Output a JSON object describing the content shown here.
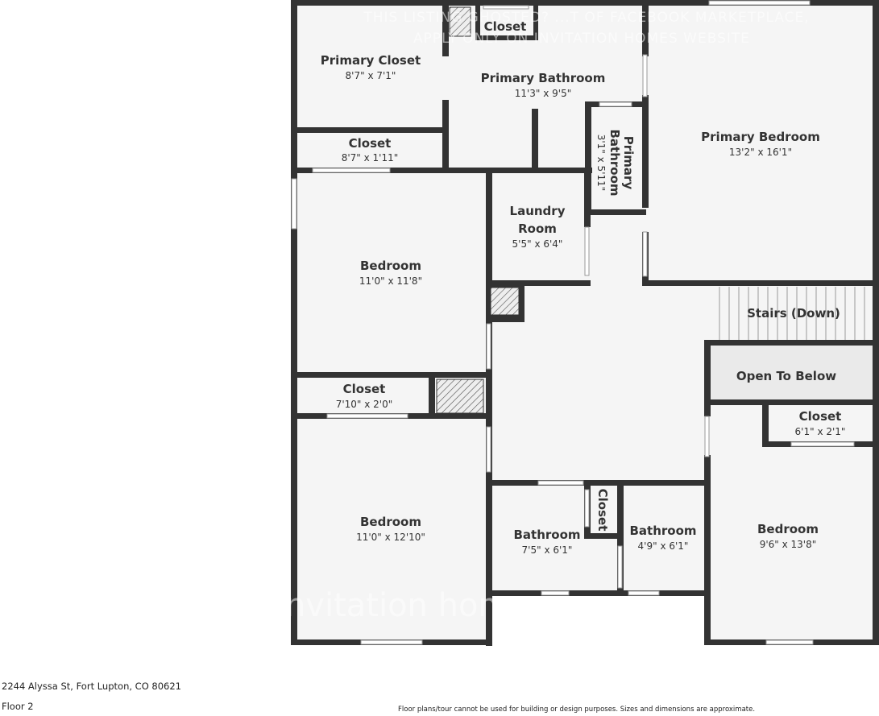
{
  "watermark": {
    "line1": "THIS LISTING GHOSTED? ...T OF FACEBOOK MARKETPLACE,",
    "line2": "APPLY ONLY ON INVITATION HOMES WEBSITE",
    "logo_text": "Invitation homes"
  },
  "rooms": {
    "primary_closet": {
      "name": "Primary Closet",
      "dims": "8'7\" x 7'1\""
    },
    "closet_top": {
      "name": "Closet"
    },
    "primary_bathroom": {
      "name": "Primary Bathroom",
      "dims": "11'3\" x 9'5\""
    },
    "primary_bedroom": {
      "name": "Primary Bedroom",
      "dims": "13'2\" x 16'1\""
    },
    "closet_left": {
      "name": "Closet",
      "dims": "8'7\" x 1'11\""
    },
    "primary_bathroom_small": {
      "name_line1": "Primary",
      "name_line2": "Bathroom",
      "dims": "3'1\" x 5'11\""
    },
    "laundry_room": {
      "name_line1": "Laundry",
      "name_line2": "Room",
      "dims": "5'5\" x 6'4\""
    },
    "bedroom_upper_left": {
      "name": "Bedroom",
      "dims": "11'0\" x 11'8\""
    },
    "stairs": {
      "name": "Stairs (Down)"
    },
    "open_to_below": {
      "name": "Open To Below"
    },
    "closet_mid_left": {
      "name": "Closet",
      "dims": "7'10\" x 2'0\""
    },
    "closet_right": {
      "name": "Closet",
      "dims": "6'1\" x 2'1\""
    },
    "closet_vertical": {
      "name": "Closet"
    },
    "bedroom_lower_left": {
      "name": "Bedroom",
      "dims": "11'0\" x 12'10\""
    },
    "bathroom_left": {
      "name": "Bathroom",
      "dims": "7'5\" x 6'1\""
    },
    "bathroom_right": {
      "name": "Bathroom",
      "dims": "4'9\" x 6'1\""
    },
    "bedroom_lower_right": {
      "name": "Bedroom",
      "dims": "9'6\" x 13'8\""
    }
  },
  "footer": {
    "address": "2244 Alyssa St, Fort Lupton, CO 80621",
    "floor": "Floor 2",
    "disclaimer": "Floor plans/tour cannot be used for building or design purposes. Sizes and dimensions are approximate."
  },
  "colors": {
    "wall": "#333333",
    "floor": "#f5f5f5",
    "window": "#ffffff",
    "background": "#ffffff"
  }
}
